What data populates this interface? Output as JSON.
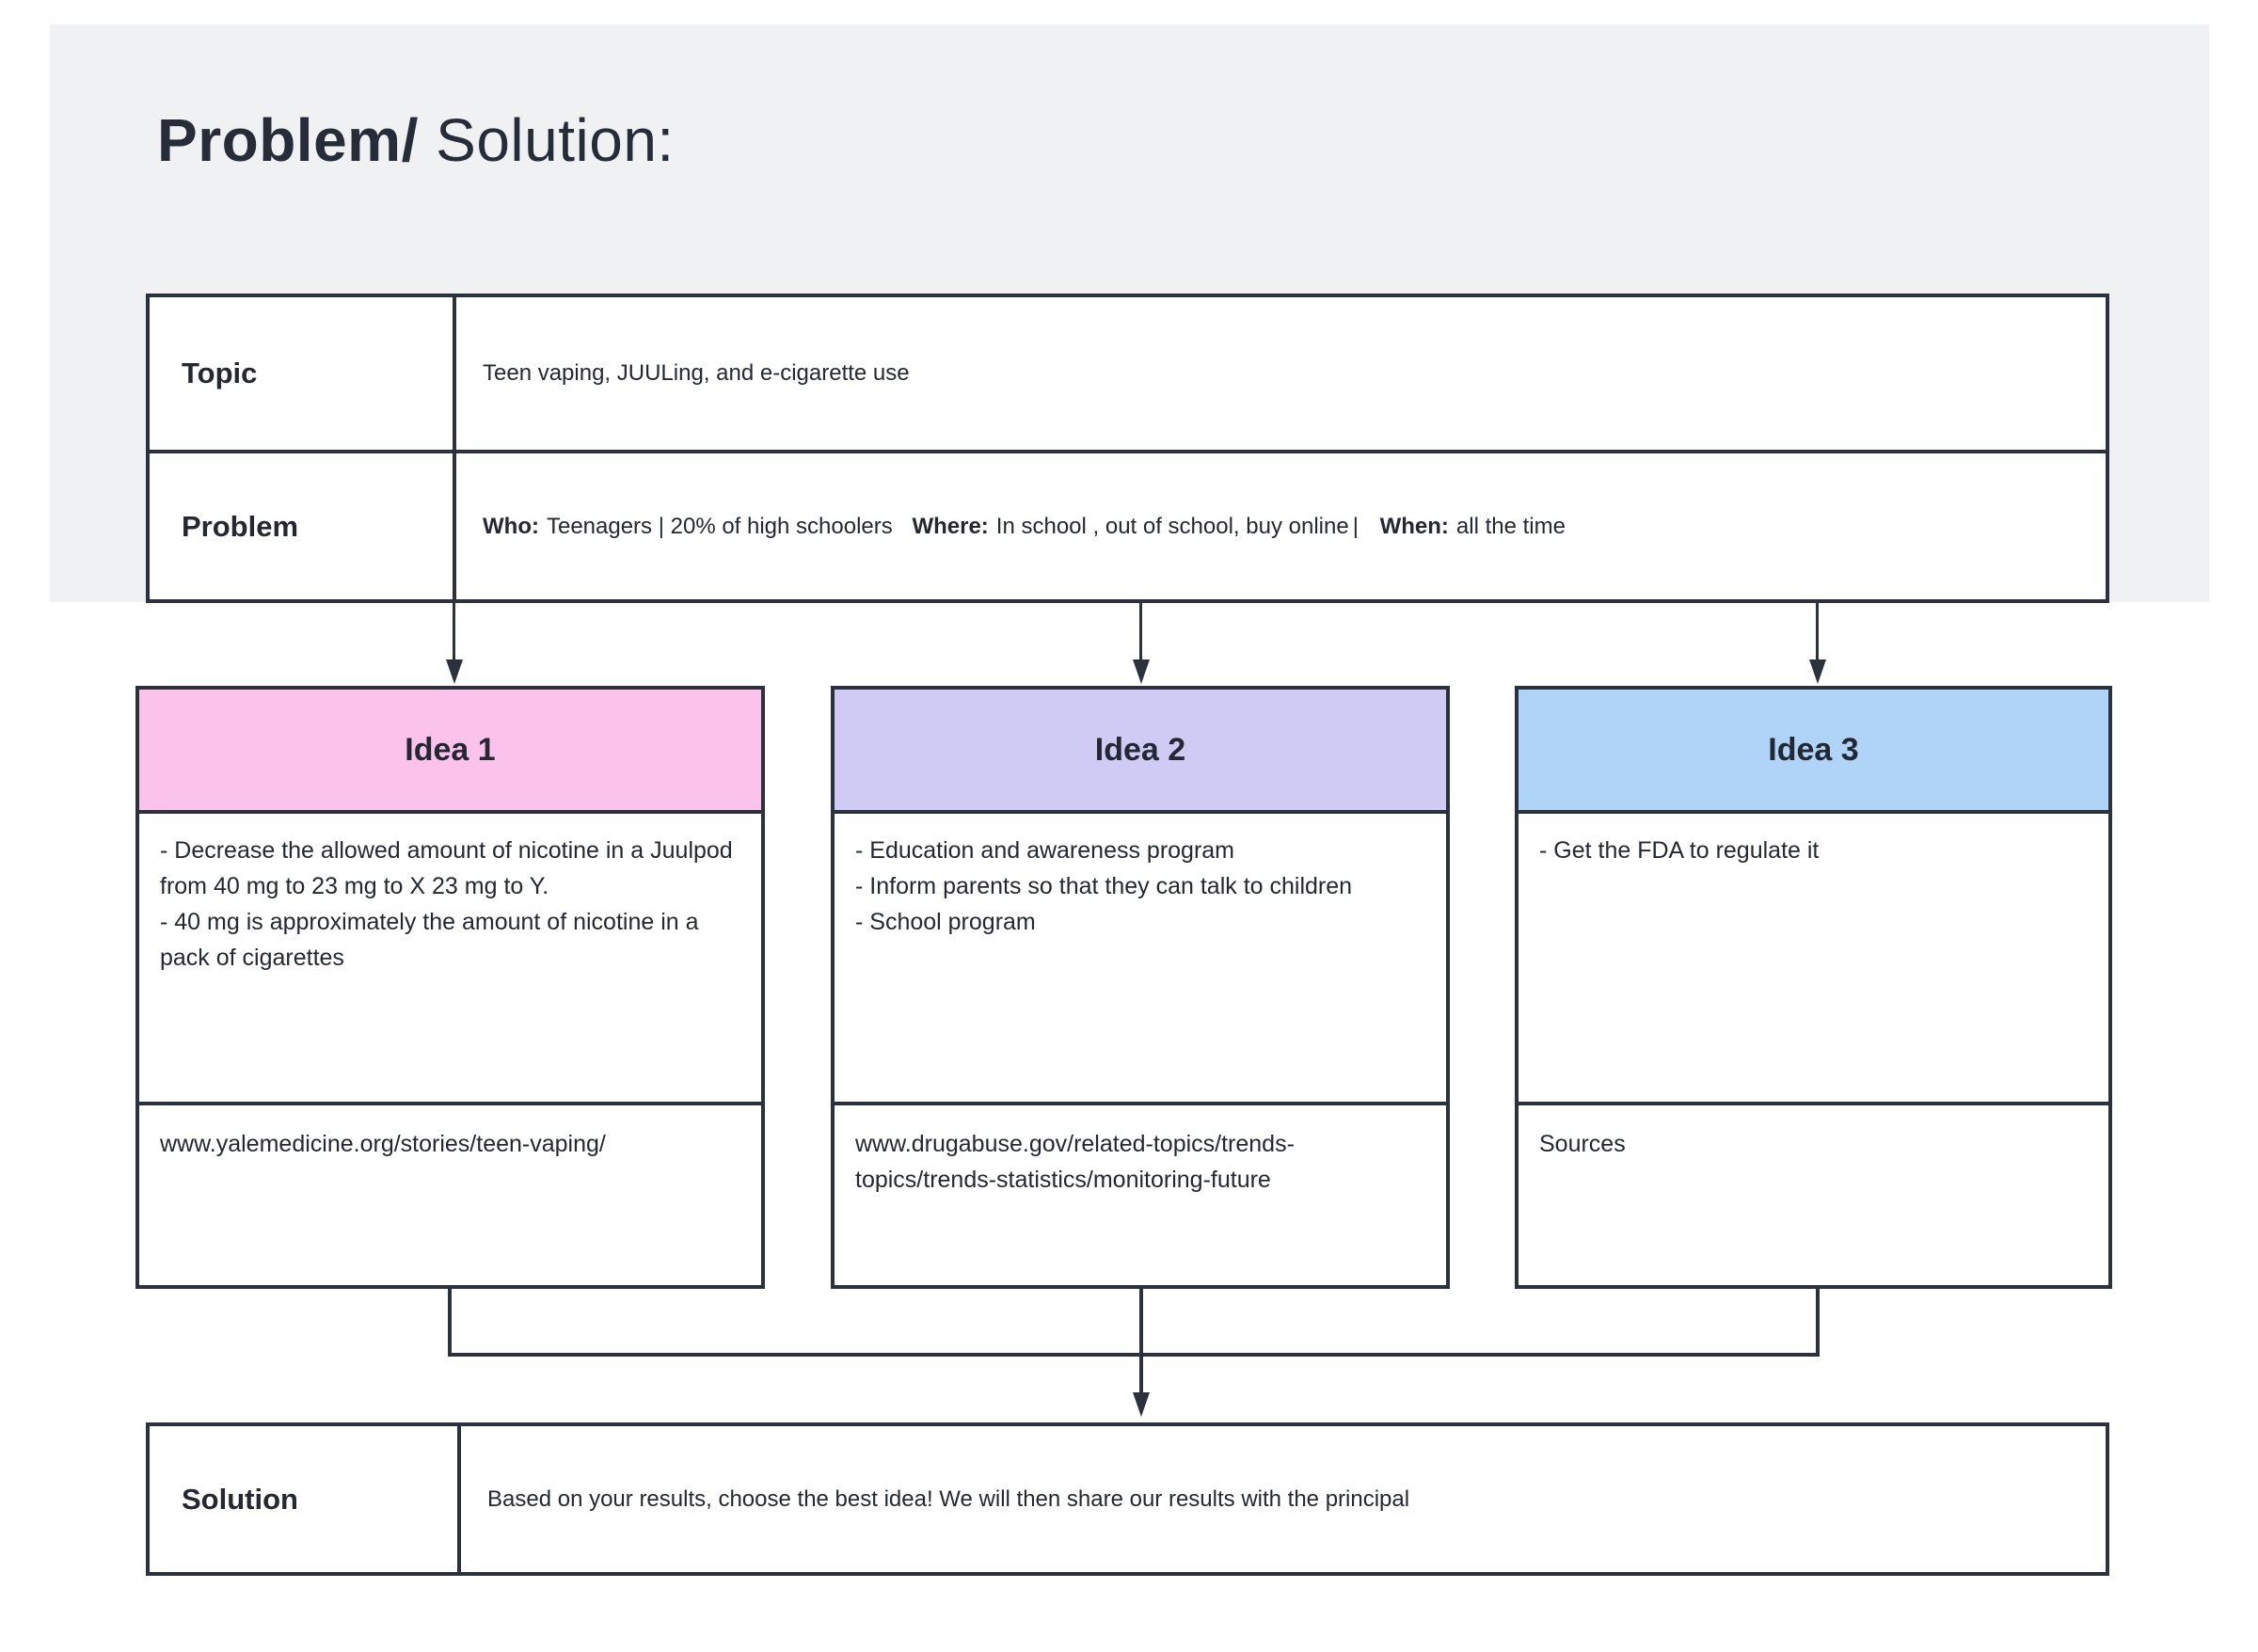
{
  "page": {
    "title": {
      "bold": "Problem/",
      "regular": "Solution:"
    }
  },
  "colors": {
    "panel_bg": "#f0f1f3",
    "border": "#2b313d",
    "text": "#232833",
    "idea1_header_bg": "#fbc2eb",
    "idea2_header_bg": "#d0cbf4",
    "idea3_header_bg": "#b0d3f8"
  },
  "intake_table": {
    "topic": {
      "label": "Topic",
      "value": "Teen vaping, JUULing, and e-cigarette use"
    },
    "problem": {
      "label": "Problem",
      "who_label": "Who:",
      "who_value": "Teenagers | 20% of high schoolers",
      "where_label": "Where:",
      "where_value": "In school , out of school, buy online",
      "divider": "|",
      "when_label": "When:",
      "when_value": "all the time"
    }
  },
  "ideas": [
    {
      "title": "Idea 1",
      "body": "- Decrease the allowed amount of nicotine in a Juulpod from 40 mg to 23 mg to X 23 mg to Y.\n- 40 mg is approximately the amount of nicotine in a pack of cigarettes",
      "source": "www.yalemedicine.org/stories/teen-vaping/"
    },
    {
      "title": "Idea 2",
      "body": "- Education and awareness program\n- Inform parents so that they can talk to children\n- School program",
      "source": "www.drugabuse.gov/related-topics/trends-topics/trends-statistics/monitoring-future"
    },
    {
      "title": "Idea 3",
      "body": "- Get the FDA to regulate it",
      "source": "Sources"
    }
  ],
  "solution_table": {
    "label": "Solution",
    "value": "Based on your results, choose the best idea! We will then share our results with the principal"
  }
}
